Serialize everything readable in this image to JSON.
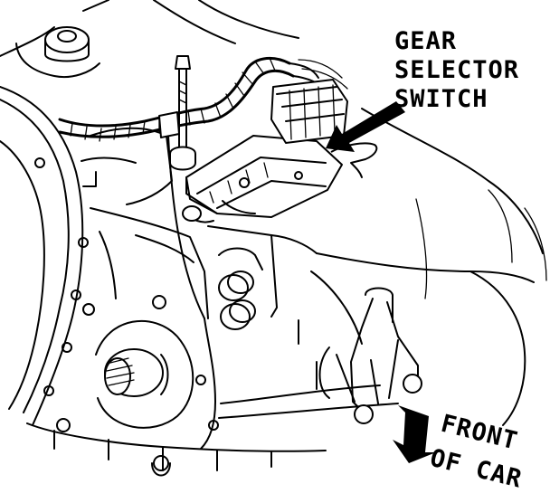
{
  "labels": {
    "gear_selector_line1": "GEAR",
    "gear_selector_line2": "SELECTOR",
    "gear_selector_line3": "SWITCH",
    "front_line1": "FRONT",
    "front_line2": "OF CAR"
  },
  "colors": {
    "ink": "#000000",
    "paper": "#ffffff"
  },
  "icons": {
    "callout_arrow": "arrow-pointer-icon",
    "front_arrow": "down-arrow-icon"
  }
}
